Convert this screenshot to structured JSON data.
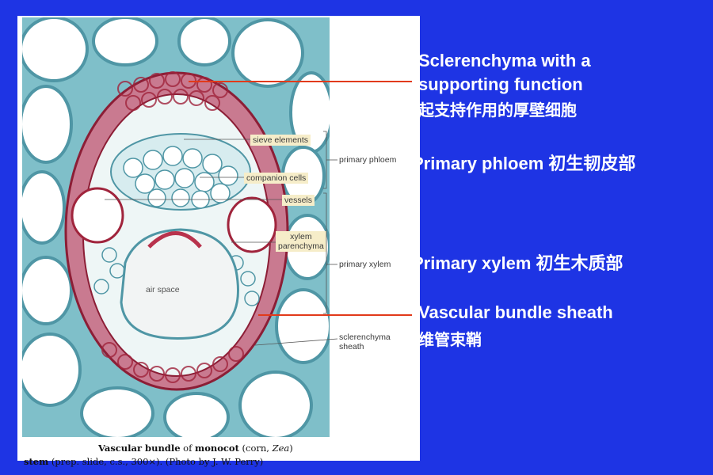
{
  "figure": {
    "labels": {
      "sieve_elements": "sieve elements",
      "companion_cells": "companion cells",
      "vessels": "vessels",
      "xylem_parenchyma_1": "xylem",
      "xylem_parenchyma_2": "parenchyma",
      "air_space": "air space",
      "primary_phloem": "primary phloem",
      "primary_xylem": "primary xylem",
      "sclerenchyma_sheath_1": "sclerenchyma",
      "sclerenchyma_sheath_2": "sheath"
    },
    "caption": {
      "part1": "Vascular bundle",
      "part2": " of ",
      "part3": "monocot",
      "part4": " (corn, ",
      "part5": "Zea",
      "part6": ")",
      "part7": "stem",
      "part8": " (prep. slide, c.s., 300×). (Photo by J. W. Perry)"
    }
  },
  "annotations": {
    "sclerenchyma_en_1": "Sclerenchyma with a",
    "sclerenchyma_en_2": "supporting function",
    "sclerenchyma_cn": "起支持作用的厚壁细胞",
    "phloem": "Primary phloem 初生韧皮部",
    "xylem": "Primary xylem 初生木质部",
    "sheath_en": "Vascular bundle sheath",
    "sheath_cn": "维管束鞘"
  },
  "colors": {
    "background": "#1e34e4",
    "pointer": "#e23a1a",
    "cell_wall_blue": "#5aa6b4",
    "cell_wall_red": "#a0243c"
  }
}
